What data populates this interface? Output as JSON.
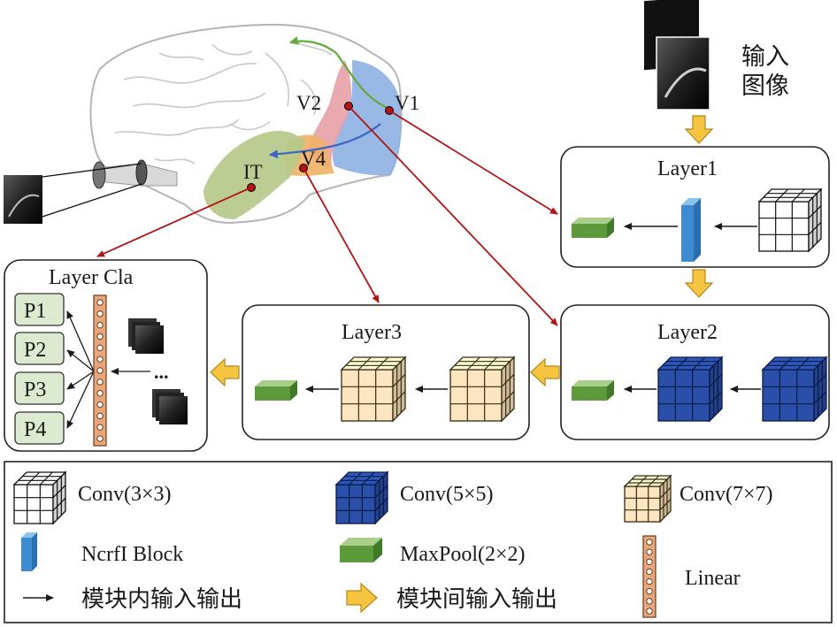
{
  "brain": {
    "regions": [
      "V1",
      "V2",
      "V4",
      "IT"
    ],
    "colors": {
      "v1": "#8fb3e3",
      "v2": "#e6a2a8",
      "v4": "#f0b26a",
      "it": "#b6c98a",
      "arrow_red": "#b01515",
      "arrow_green": "#62aa3c",
      "arrow_blue": "#3d66c4"
    }
  },
  "input_label": [
    "输入",
    "图像"
  ],
  "layers": {
    "layer1": "Layer1",
    "layer2": "Layer2",
    "layer3": "Layer3",
    "cla": "Layer Cla"
  },
  "classes": [
    "P1",
    "P2",
    "P3",
    "P4"
  ],
  "ellipsis": "...",
  "legend": {
    "conv3": "Conv(3×3)",
    "conv5": "Conv(5×5)",
    "conv7": "Conv(7×7)",
    "ncrfi": "NcrfI Block",
    "maxpool": "MaxPool(2×2)",
    "linear": "Linear",
    "intra": "模块内输入输出",
    "inter": "模块间输入输出"
  },
  "colors": {
    "cube_blue": "#2a4fa8",
    "cube_cream": "#fbe6c0",
    "pool_green": "#5d9a3c",
    "ncrfi_blue": "#3f8bd0",
    "linear_orange": "#e8a77a",
    "arrow_yellow": "#f5c542",
    "pbox": "#dcebd0"
  }
}
